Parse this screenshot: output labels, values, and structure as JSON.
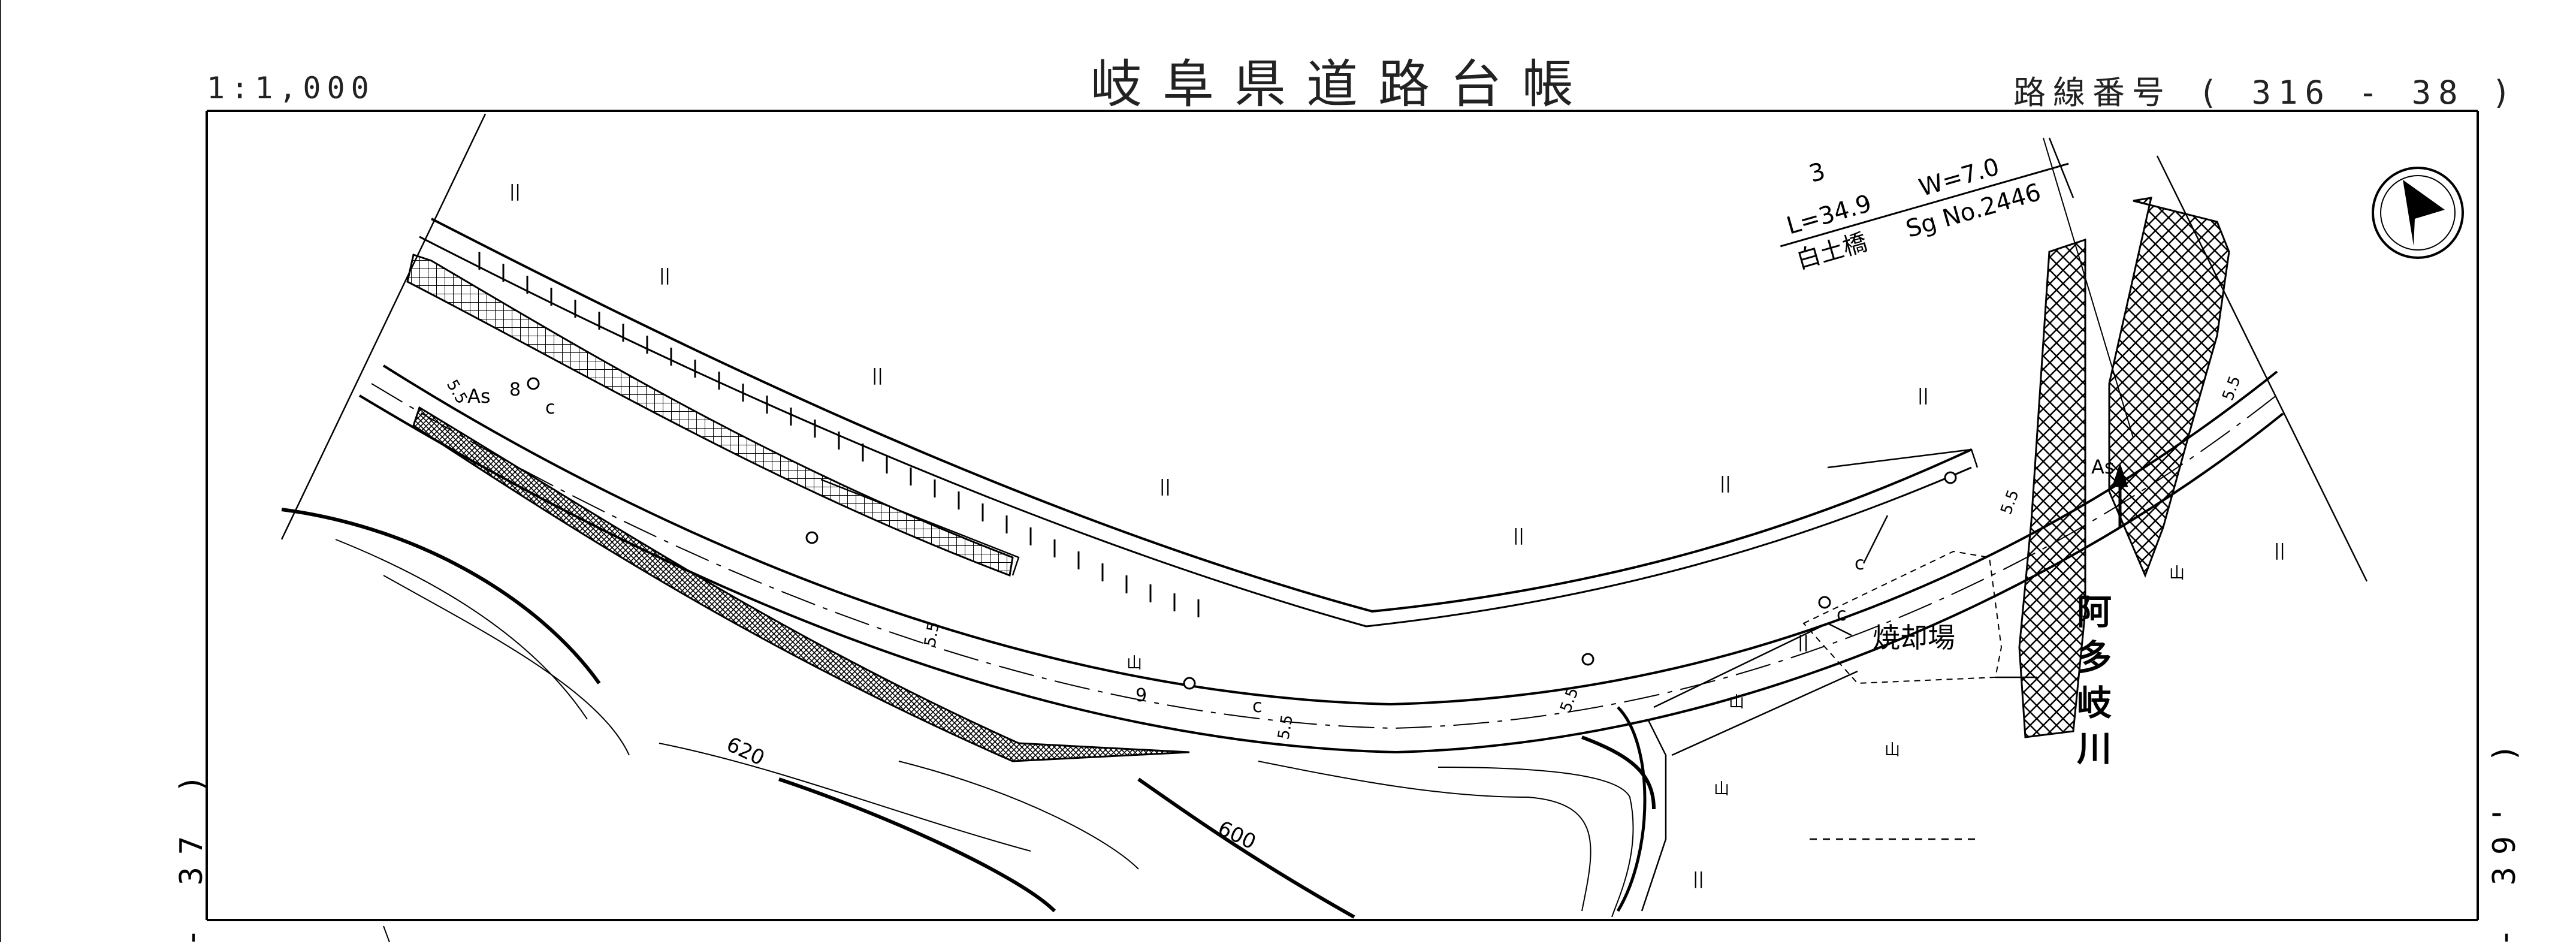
{
  "header": {
    "title": "岐阜県道路台帳",
    "scale": "1:1,000",
    "route_number": "路線番号 ( 316 - 38 )"
  },
  "edge_labels": {
    "left": "- 37 )",
    "right": "- 39' )"
  },
  "map": {
    "north_arrow_icon": "north-arrow-icon",
    "bridge": {
      "span_count": "3",
      "length": "L=34.9",
      "width": "W=7.0",
      "name": "白土橋",
      "number": "Sg No.2446"
    },
    "river_name": "阿多岐川",
    "facility": "焼却場",
    "contour_labels": [
      "620",
      "600"
    ],
    "surface_labels": [
      "As",
      "As"
    ],
    "width_labels": [
      "5.5",
      "5.5",
      "5.5",
      "5.5",
      "5.5",
      "5.5"
    ],
    "marker_labels": [
      "8",
      "9",
      "c",
      "c",
      "c",
      "c"
    ],
    "land_symbols": [
      "||",
      "||",
      "||",
      "||",
      "||",
      "||",
      "||",
      "||",
      "||",
      "||"
    ],
    "forest_symbols": [
      "山",
      "山",
      "山",
      "山",
      "山"
    ]
  }
}
